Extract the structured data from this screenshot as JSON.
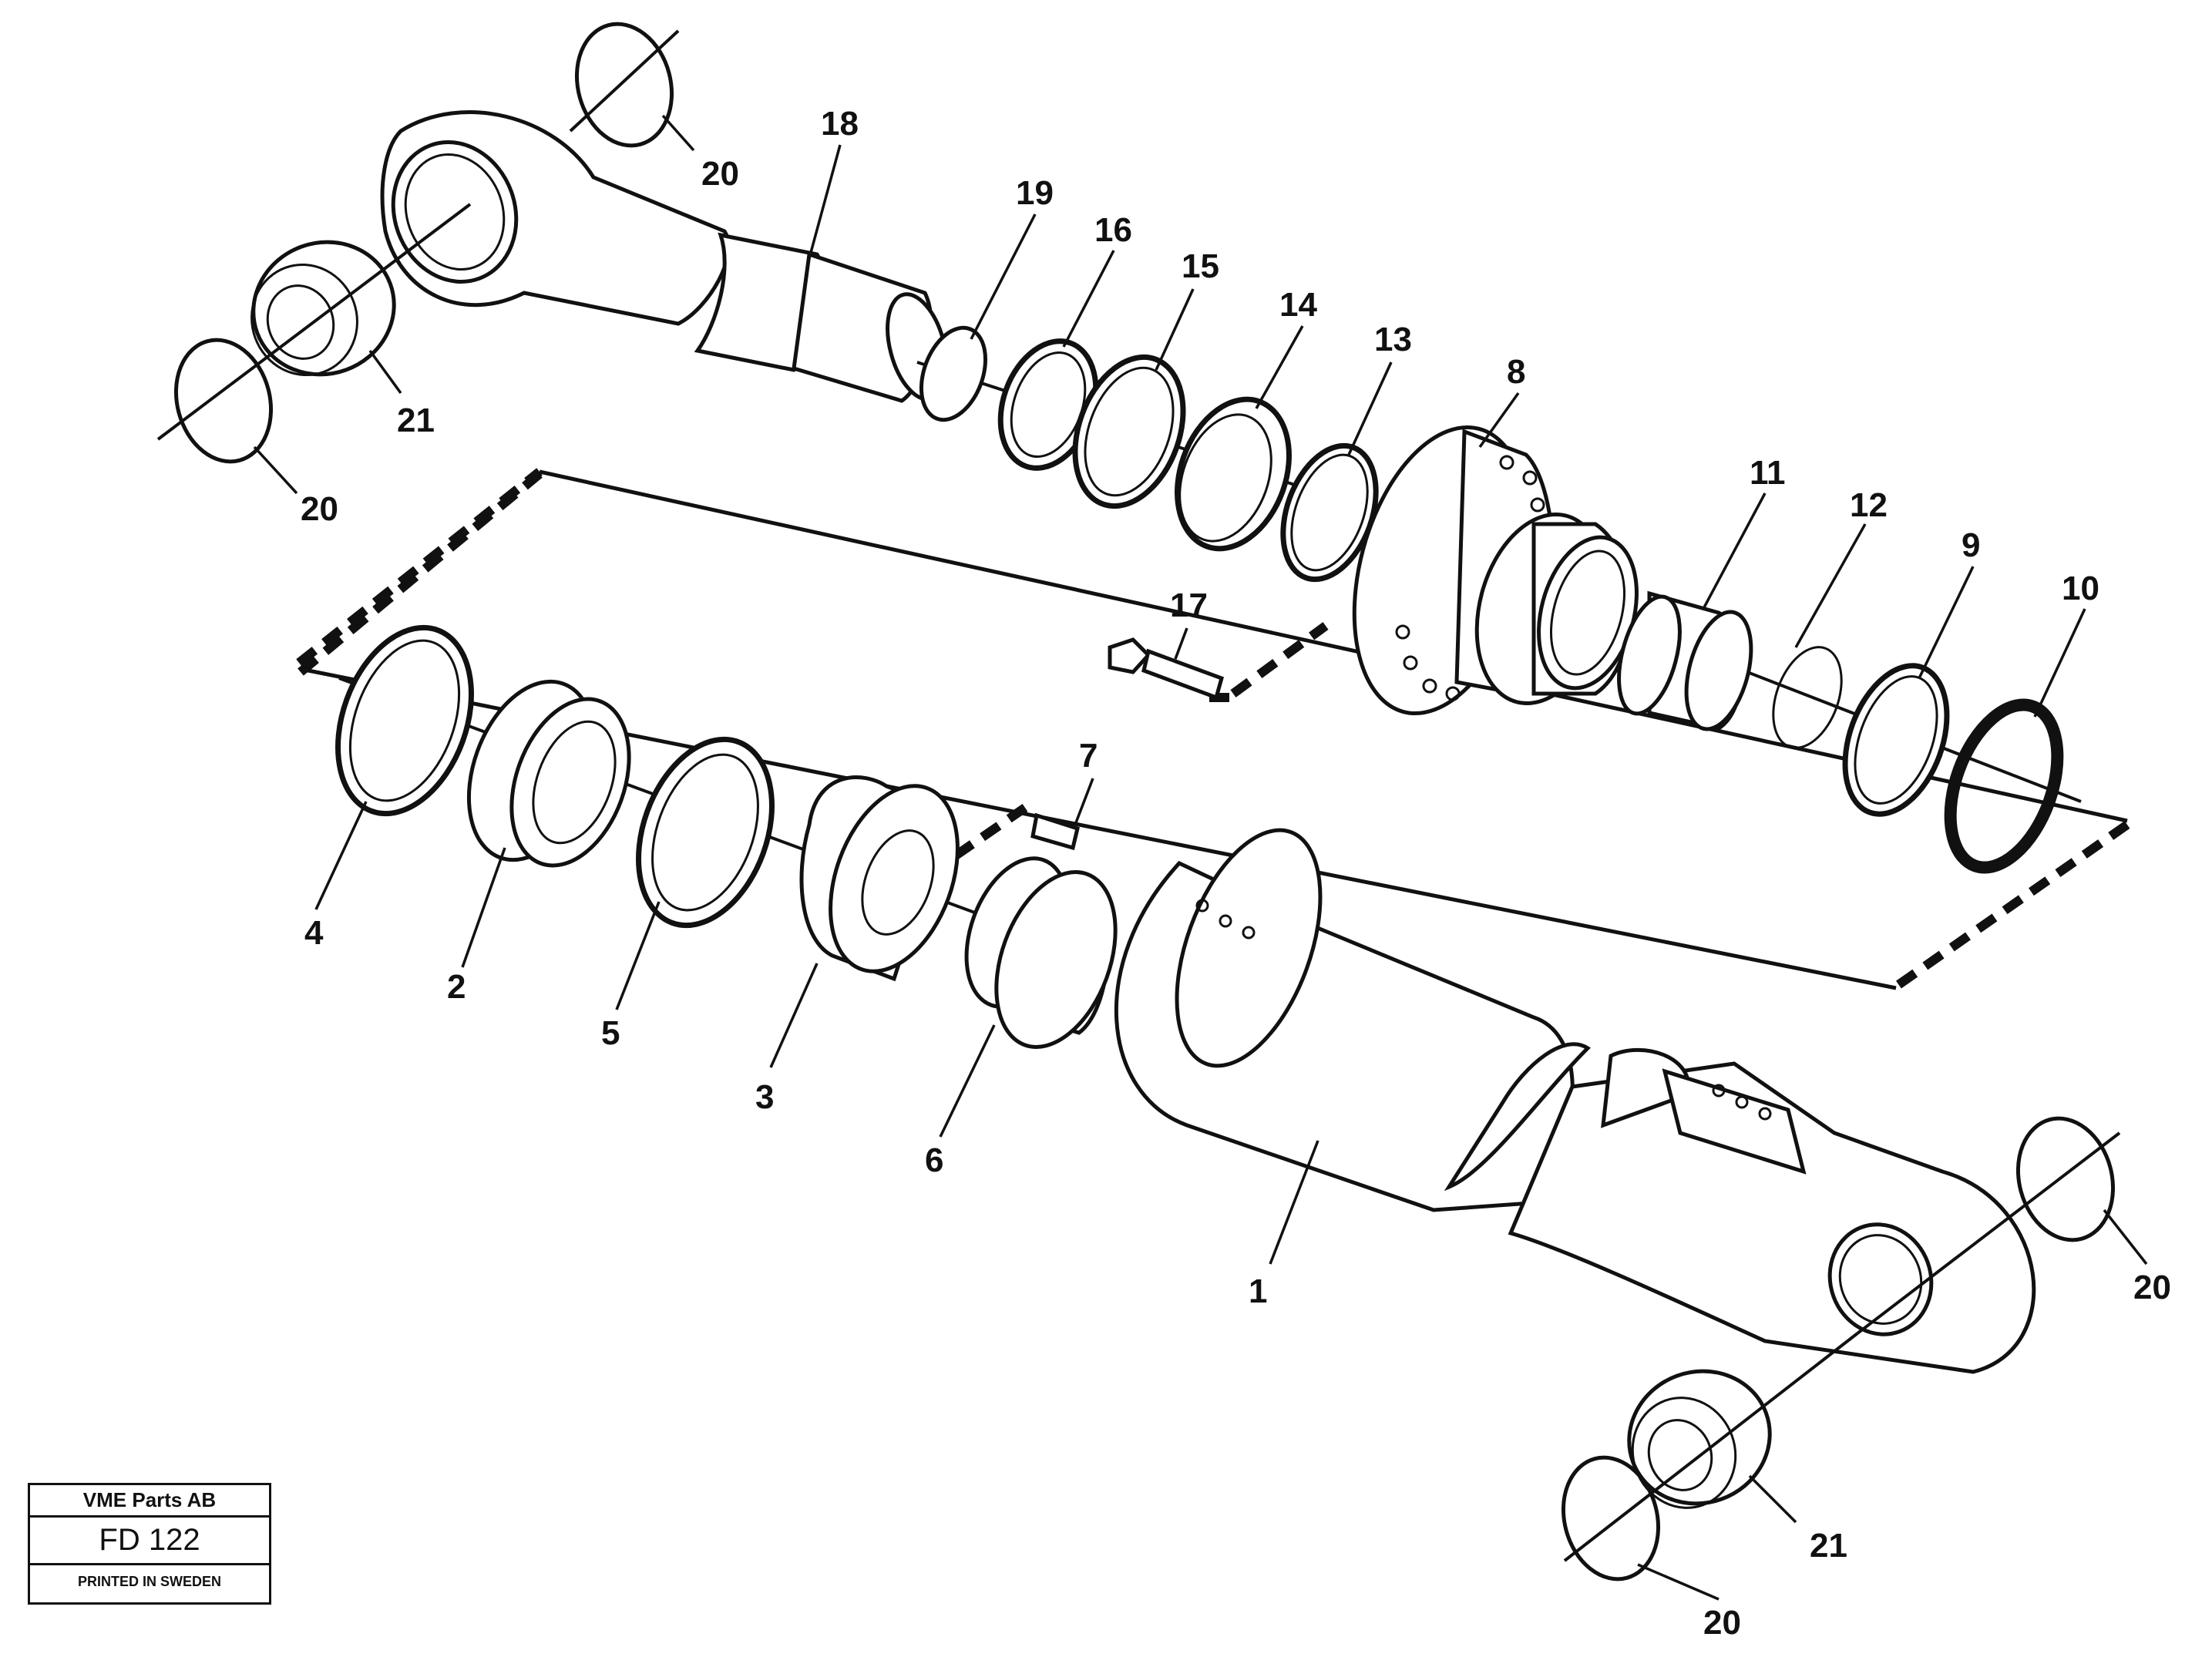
{
  "diagram": {
    "callouts": {
      "c1": "1",
      "c2": "2",
      "c3": "3",
      "c4": "4",
      "c5": "5",
      "c6": "6",
      "c7": "7",
      "c8": "8",
      "c9": "9",
      "c10": "10",
      "c11": "11",
      "c12": "12",
      "c13": "13",
      "c14": "14",
      "c15": "15",
      "c16": "16",
      "c17": "17",
      "c18": "18",
      "c19": "19",
      "c20a": "20",
      "c20b": "20",
      "c20c": "20",
      "c20d": "20",
      "c21a": "21",
      "c21b": "21"
    }
  },
  "title_block": {
    "company": "VME Parts AB",
    "drawing_code": "FD 122",
    "printed": "PRINTED IN SWEDEN"
  }
}
